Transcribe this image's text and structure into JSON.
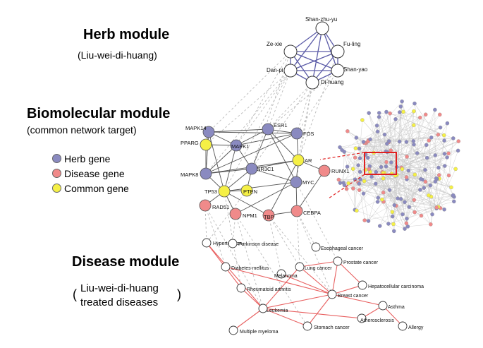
{
  "herb_module": {
    "title": "Herb module",
    "subtitle": "(Liu-wei-di-huang)",
    "nodes": [
      "Shan-zhu-yu",
      "Ze-xie",
      "Fu-ling",
      "Dan-pi",
      "Shan-yao",
      "Di-huang"
    ]
  },
  "biomolecular_module": {
    "title": "Biomolecular module",
    "subtitle": "(common network target)",
    "nodes": [
      "MAPK14",
      "ESR1",
      "FOS",
      "PPARG",
      "MAPK1",
      "AR",
      "RUNX1",
      "MAPK8",
      "NR3C1",
      "MYC",
      "TP53",
      "PTEN",
      "RAD51",
      "NPM1",
      "TBP",
      "CEBPA"
    ]
  },
  "legend": [
    {
      "label": "Herb gene",
      "color": "#8a8ac0"
    },
    {
      "label": "Disease gene",
      "color": "#f08a8a"
    },
    {
      "label": "Common gene",
      "color": "#f5f046"
    }
  ],
  "disease_module": {
    "title": "Disease module",
    "subtitle_line1": "Liu-wei-di-huang",
    "subtitle_line2": "treated diseases",
    "paren_open": "(",
    "paren_close": ")",
    "nodes": [
      "Hypertension",
      "Parkinson disease",
      "Esophageal cancer",
      "Prostate cancer",
      "Diabetes mellitus",
      "Lung cancer",
      "Melanoma",
      "Hepatocellular carcinoma",
      "Rheumatoid arthritis",
      "Breast cancer",
      "Asthma",
      "Leukemia",
      "Atherosclerosis",
      "Allergy",
      "Stomach cancer",
      "Multiple myeloma"
    ]
  },
  "colors": {
    "herb_gene": "#8a8ac0",
    "disease_gene": "#f08a8a",
    "common_gene": "#f5f046",
    "herb_edge": "#5c5ca8",
    "disease_edge": "#e86060",
    "highlight_box": "#e02020"
  }
}
